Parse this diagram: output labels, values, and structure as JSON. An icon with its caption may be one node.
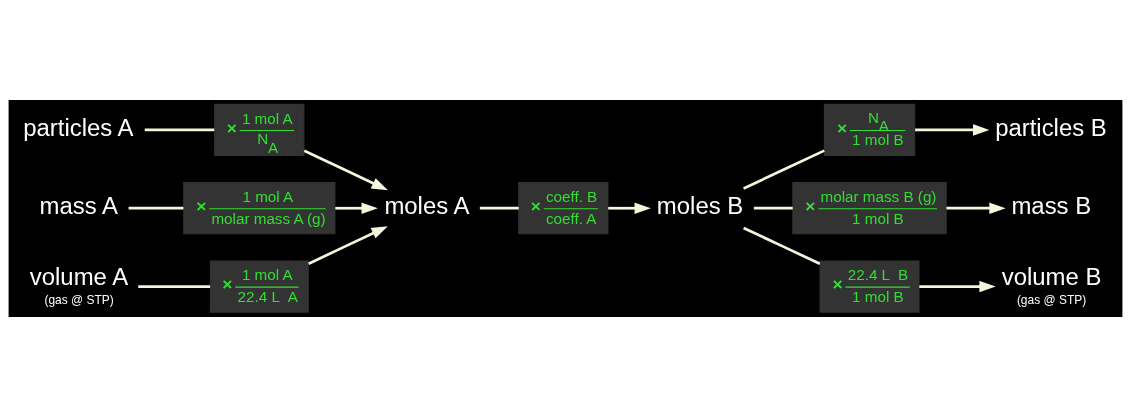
{
  "diagram": {
    "nodes": [
      {
        "text": [
          "particles A"
        ]
      },
      {
        "text": [
          "×",
          "1 mol A",
          "N$_{A}$"
        ]
      },
      {
        "text": [
          "mass A"
        ]
      },
      {
        "text": [
          "×",
          "1 mol A",
          "molar mass A (g)"
        ]
      },
      {
        "text": [
          "volume A"
        ],
        "beside": [
          "(gas @ STP)"
        ]
      },
      {
        "text": [
          "×",
          "1 mol A",
          "22.4 L  A"
        ]
      },
      {
        "text": [
          "moles A"
        ]
      },
      {
        "text": [
          "×",
          "coeff. B",
          "coeff. A"
        ]
      },
      {
        "text": [
          "moles B"
        ]
      },
      {
        "text": [
          "×",
          "N$_{A}$",
          "1 mol B"
        ]
      },
      {
        "text": [
          "particles B"
        ]
      },
      {
        "text": [
          "×",
          "molar mass B (g)",
          "1 mol B"
        ]
      },
      {
        "text": [
          "mass B"
        ]
      },
      {
        "text": [
          "×",
          "22.4 L  B",
          "1 mol B"
        ]
      },
      {
        "text": [
          "volume B"
        ],
        "beside": [
          "(gas @ STP)"
        ]
      }
    ],
    "edges": [
      {
        "from": 0,
        "to": 1,
        "arrow": "none"
      },
      {
        "from": 1,
        "to": 6,
        "arrow": "to"
      },
      {
        "from": 2,
        "to": 3,
        "arrow": "none"
      },
      {
        "from": 3,
        "to": 6,
        "arrow": "to"
      },
      {
        "from": 4,
        "to": 5,
        "arrow": "none"
      },
      {
        "from": 5,
        "to": 6,
        "arrow": "to"
      },
      {
        "from": 6,
        "to": 7,
        "arrow": "none"
      },
      {
        "from": 7,
        "to": 8,
        "arrow": "to"
      },
      {
        "from": 8,
        "to": 9,
        "arrow": "none"
      },
      {
        "from": 9,
        "to": 10,
        "arrow": "to"
      },
      {
        "from": 8,
        "to": 11,
        "arrow": "none"
      },
      {
        "from": 11,
        "to": 12,
        "arrow": "to"
      },
      {
        "from": 8,
        "to": 13,
        "arrow": "none"
      },
      {
        "from": 13,
        "to": 14,
        "arrow": "to"
      }
    ]
  }
}
